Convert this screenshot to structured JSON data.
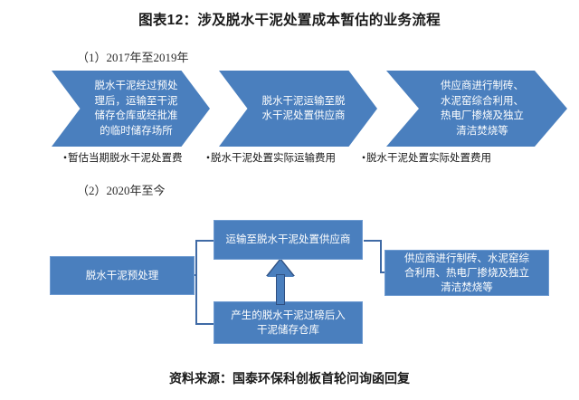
{
  "title": "图表12：涉及脱水干泥处置成本暂估的业务流程",
  "sections": {
    "first": {
      "label": "（1）2017年至2019年",
      "steps": [
        "脱水干泥经过预处\n理后，运输至干泥\n储存仓库或经批准\n的临时储存场所",
        "脱水干泥运输至脱\n水干泥处置供应商",
        "供应商进行制砖、\n水泥窑综合利用、\n热电厂掺烧及独立\n清洁焚烧等"
      ],
      "bullets": [
        "暂估当期脱水干泥处置费",
        "脱水干泥处置实际运输费用",
        "脱水干泥处置实际处置费用"
      ],
      "bullet_marker": "•"
    },
    "second": {
      "label": "（2）2020年至今",
      "boxes": {
        "pretreatment": "脱水干泥预处理",
        "transport": "运输至脱水干泥处置供应商",
        "weighing": "产生的脱水干泥过磅后入\n干泥储存仓库",
        "supplier": "供应商进行制砖、水泥窑综\n合利用、热电厂掺烧及独立\n清洁焚烧等"
      }
    }
  },
  "source": "资料来源：国泰环保科创板首轮问询函回复",
  "colors": {
    "box_fill": "#4a7fbe",
    "box_border": "#6f9bd1",
    "connector": "#3f6aa5",
    "text_light": "#ffffff",
    "text_dark": "#1a1a1a"
  }
}
